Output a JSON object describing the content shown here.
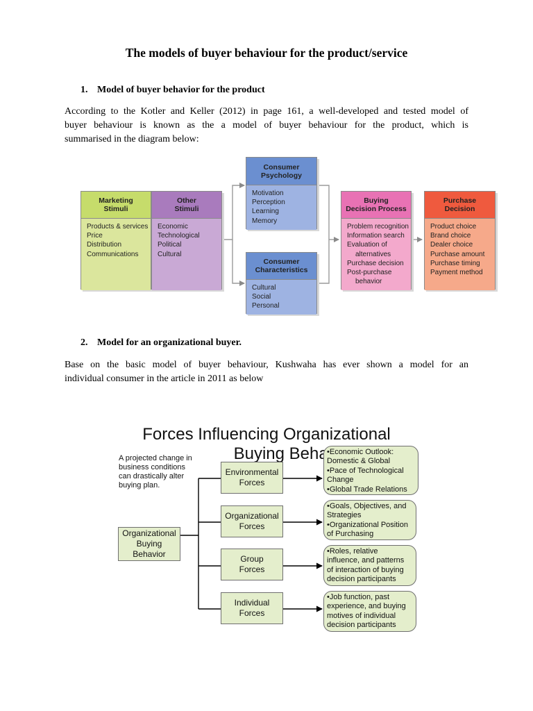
{
  "title": "The models of buyer behaviour for the product/service",
  "section1": {
    "number": "1.",
    "heading": "Model of buyer behavior for the product",
    "paragraph_lines": [
      "According to the Kotler and Keller (2012) in page 161, a well-developed and tested model of",
      "buyer behaviour is known as the a model of buyer behaviour for the product, which is",
      "summarised in the diagram below:"
    ]
  },
  "figure1": {
    "colors": {
      "marketing_header": "#c6dc6b",
      "marketing_body": "#dbe69d",
      "other_header": "#a97bbd",
      "other_body": "#c9a9d5",
      "psych_header": "#6b8fd0",
      "psych_body": "#9eb3e2",
      "buying_header": "#e872b4",
      "buying_body": "#f3a9cc",
      "purchase_header": "#ef5a3e",
      "purchase_body": "#f6a98a"
    },
    "marketing_stimuli": {
      "title_line1": "Marketing",
      "title_line2": "Stimuli",
      "items": [
        "Products & services",
        "Price",
        "Distribution",
        "Communications"
      ]
    },
    "other_stimuli": {
      "title_line1": "Other",
      "title_line2": "Stimuli",
      "items": [
        "Economic",
        "Technological",
        "Political",
        "Cultural"
      ]
    },
    "consumer_psychology": {
      "title_line1": "Consumer",
      "title_line2": "Psychology",
      "items": [
        "Motivation",
        "Perception",
        "Learning",
        "Memory"
      ]
    },
    "consumer_characteristics": {
      "title_line1": "Consumer",
      "title_line2": "Characteristics",
      "items": [
        "Cultural",
        "Social",
        "Personal"
      ]
    },
    "buying_decision_process": {
      "title_line1": "Buying",
      "title_line2": "Decision Process",
      "items": [
        "Problem recognition",
        "Information search",
        "Evaluation of",
        "alternatives",
        "Purchase decision",
        "Post-purchase",
        "behavior"
      ]
    },
    "purchase_decision": {
      "title_line1": "Purchase",
      "title_line2": "Decision",
      "items": [
        "Product choice",
        "Brand choice",
        "Dealer choice",
        "Purchase amount",
        "Purchase timing",
        "Payment method"
      ]
    }
  },
  "section2": {
    "number": "2.",
    "heading": "Model for an organizational buyer.",
    "paragraph_lines": [
      "Base on the basic model of buyer behaviour, Kushwaha has ever shown a model for an",
      "individual consumer in the article in 2011 as below"
    ]
  },
  "figure2": {
    "title_line1": "Forces Influencing Organizational",
    "title_line2": "Buying Behavior",
    "note_lines": [
      "A projected change in",
      "business conditions",
      "can drastically alter",
      "buying plan."
    ],
    "center": {
      "line1": "Organizational",
      "line2": "Buying",
      "line3": "Behavior"
    },
    "forces": [
      {
        "line1": "Environmental",
        "line2": "Forces"
      },
      {
        "line1": "Organizational",
        "line2": "Forces"
      },
      {
        "line1": "Group",
        "line2": "Forces"
      },
      {
        "line1": "Individual",
        "line2": "Forces"
      }
    ],
    "details": [
      [
        "•Economic Outlook:",
        "Domestic & Global",
        "•Pace of Technological",
        "Change",
        "•Global Trade Relations"
      ],
      [
        "•Goals, Objectives, and",
        "Strategies",
        "•Organizational Position",
        "of Purchasing"
      ],
      [
        "•Roles, relative",
        "influence, and patterns",
        "of interaction of buying",
        "decision participants"
      ],
      [
        "•Job function, past",
        "experience, and buying",
        "motives of individual",
        "decision participants"
      ]
    ],
    "box_color": "#e4eecc"
  }
}
